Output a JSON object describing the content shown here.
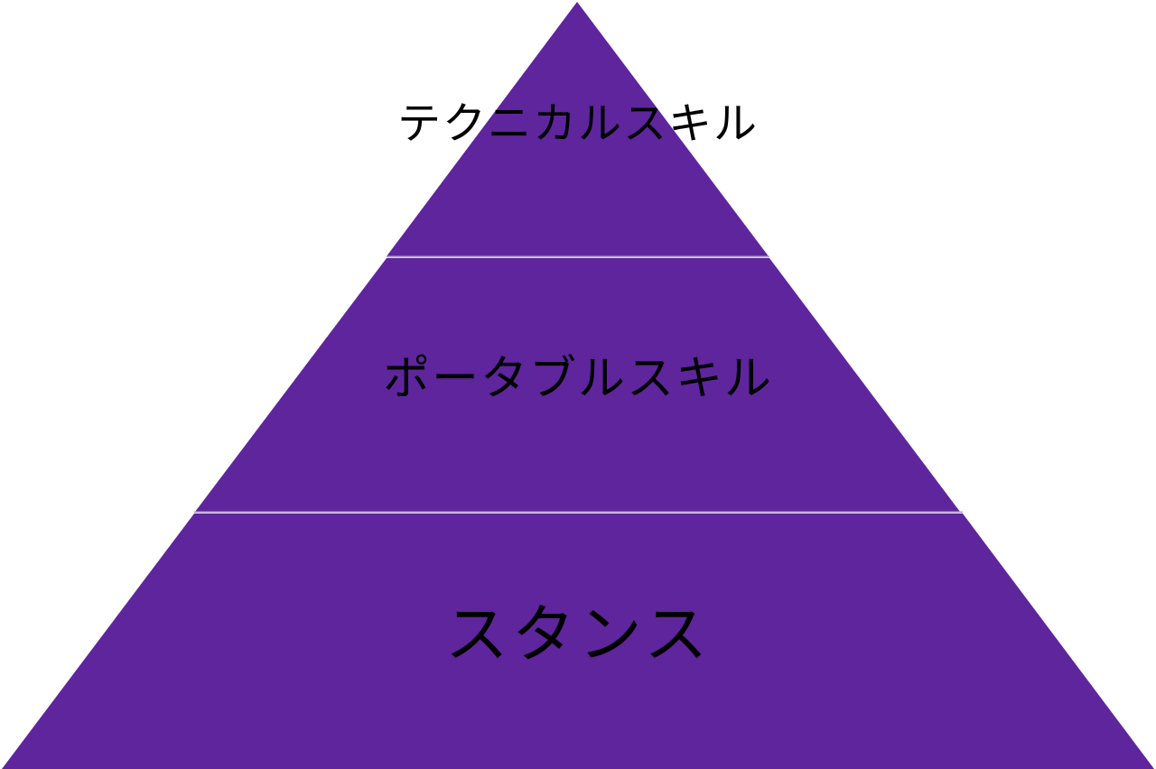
{
  "diagram": {
    "type": "pyramid",
    "fill_color": "#5e259d",
    "divider_color": "#b9a3d6",
    "background": "#ffffff",
    "tiers": [
      {
        "position": "top",
        "label": "テクニカルスキル"
      },
      {
        "position": "middle",
        "label": "ポータブルスキル"
      },
      {
        "position": "bottom",
        "label": "スタンス"
      }
    ]
  }
}
